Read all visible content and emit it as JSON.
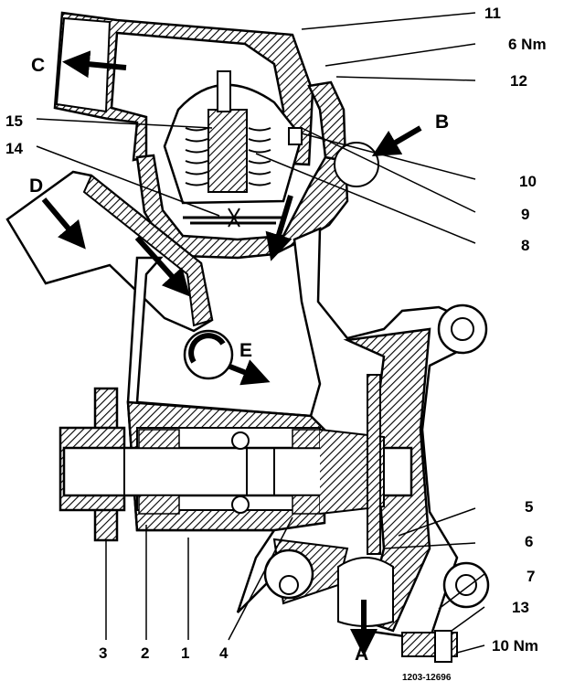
{
  "figure": {
    "code": "1203-12696",
    "labels_right": [
      "11",
      "6 Nm",
      "12",
      "B",
      "10",
      "9",
      "8",
      "5",
      "6",
      "7",
      "13",
      "10 Nm"
    ],
    "labels_left": [
      "C",
      "15",
      "14",
      "D",
      "E"
    ],
    "labels_bottom": [
      "3",
      "2",
      "1",
      "4",
      "A"
    ]
  },
  "colors": {
    "ink": "#000000",
    "paper": "#ffffff"
  },
  "icons": [
    "arrow-c",
    "arrow-b",
    "arrow-d",
    "arrow-a",
    "arrow-e",
    "rotation-e-icon"
  ]
}
